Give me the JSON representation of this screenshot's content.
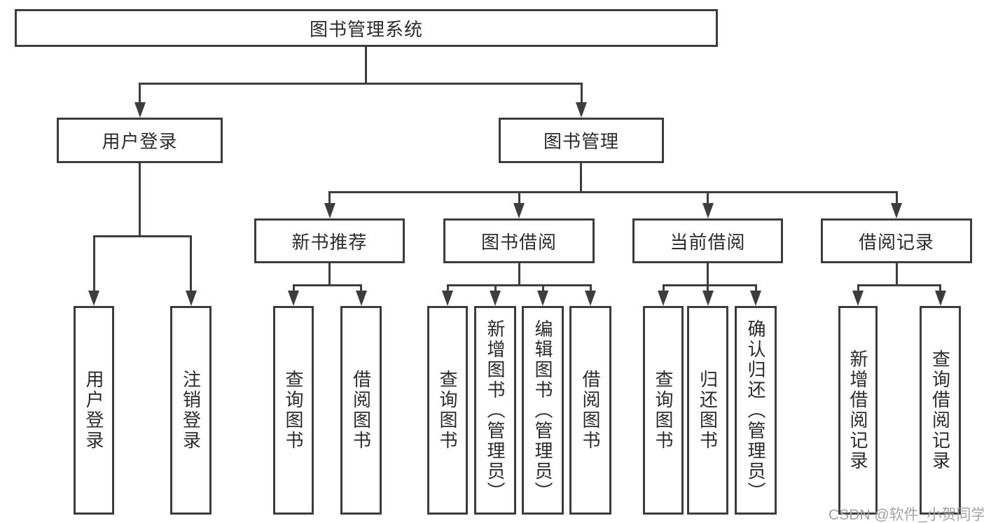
{
  "diagram": {
    "title": "图书管理系统",
    "root": {
      "label": "图书管理系统"
    },
    "login": {
      "label": "用户登录",
      "children": [
        {
          "label": "用户登录"
        },
        {
          "label": "注销登录"
        }
      ]
    },
    "mgmt": {
      "label": "图书管理"
    },
    "modules": [
      {
        "label": "新书推荐",
        "children": [
          {
            "label": "查询图书"
          },
          {
            "label": "借阅图书"
          }
        ]
      },
      {
        "label": "图书借阅",
        "children": [
          {
            "label": "查询图书"
          },
          {
            "label": "新增图书（管理员）"
          },
          {
            "label": "编辑图书（管理员）"
          },
          {
            "label": "借阅图书"
          }
        ]
      },
      {
        "label": "当前借阅",
        "children": [
          {
            "label": "查询图书"
          },
          {
            "label": "归还图书"
          },
          {
            "label": "确认归还（管理员）"
          }
        ]
      },
      {
        "label": "借阅记录",
        "children": [
          {
            "label": "新增借阅记录"
          },
          {
            "label": "查询借阅记录"
          }
        ]
      }
    ]
  },
  "watermark": {
    "text": "CSDN @软件_小贺同学"
  },
  "colors": {
    "line": "#3d3d3d",
    "text": "#2b2b2b",
    "watermark": "#a3a3a3",
    "background": "#ffffff"
  }
}
